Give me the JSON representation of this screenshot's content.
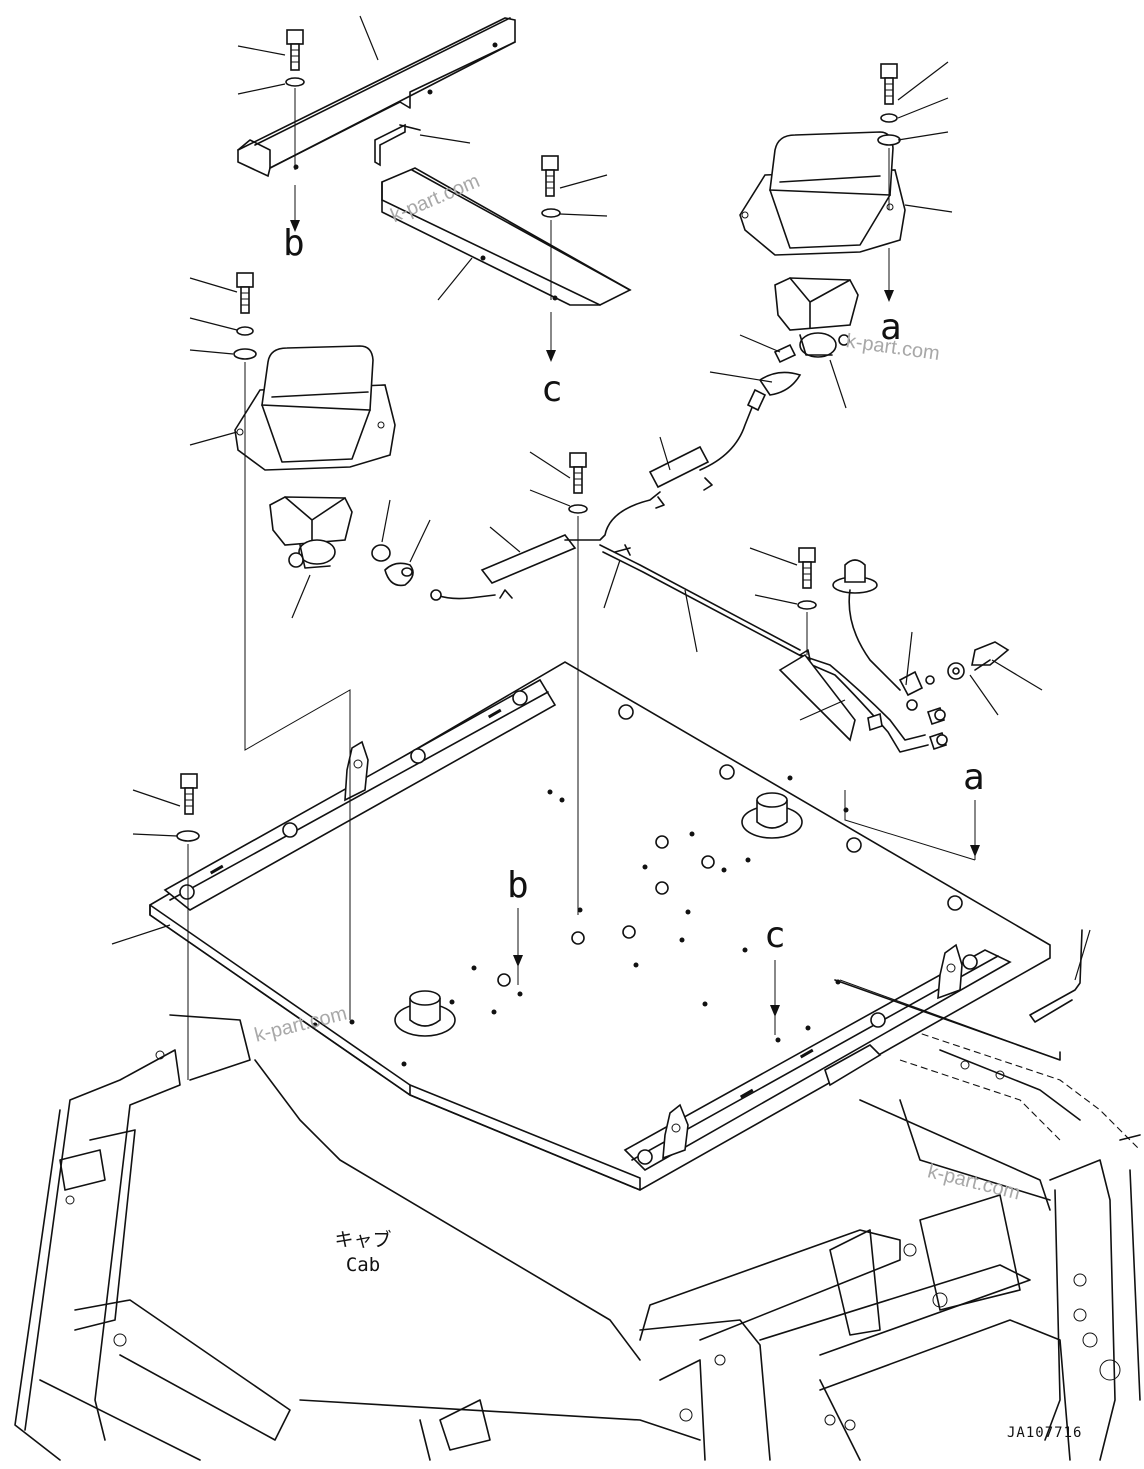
{
  "reference_letters": {
    "a": "a",
    "b": "b",
    "c": "c"
  },
  "cab_label": {
    "japanese": "キャブ",
    "english": "Cab"
  },
  "drawing_code": "JA107716",
  "watermark": "k-part.com"
}
